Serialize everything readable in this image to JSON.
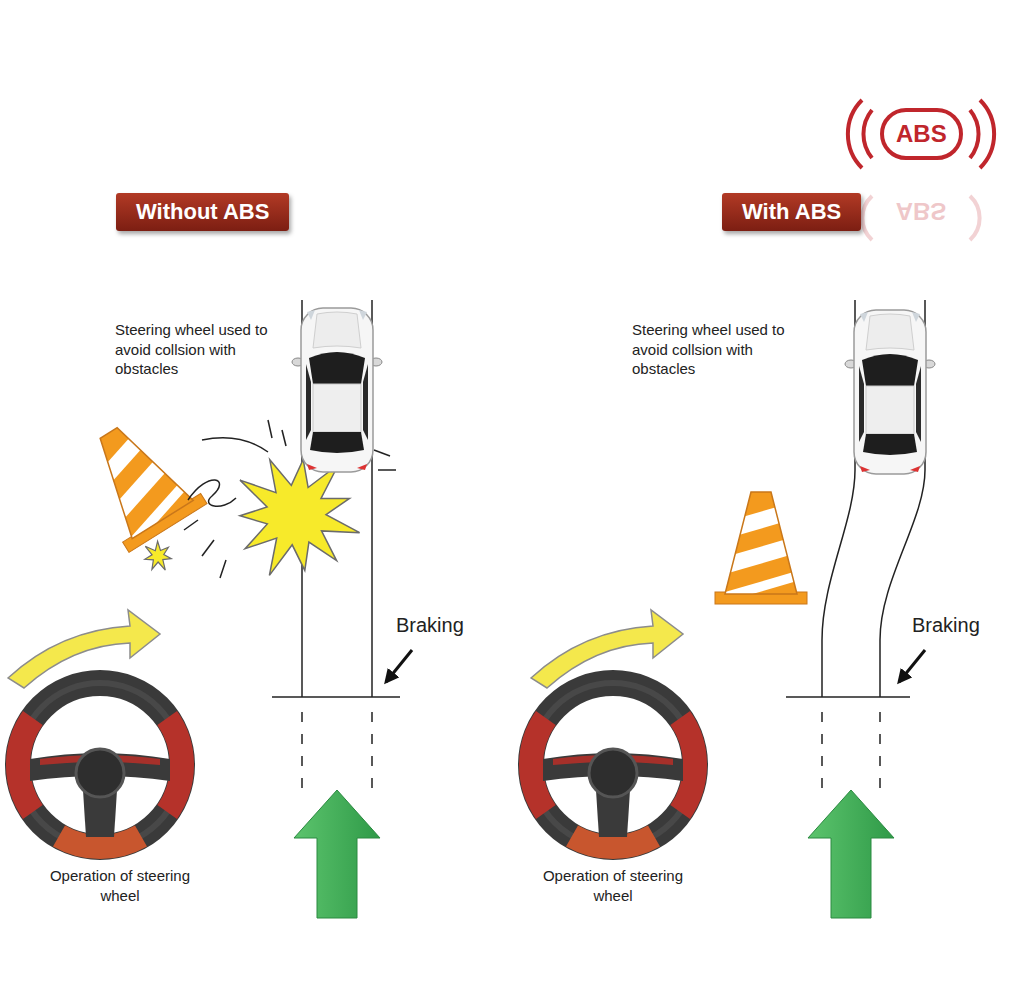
{
  "diagram": {
    "nodes": [
      {
        "text": [
          "ABS"
        ]
      },
      {
        "text": [
          "Without ABS"
        ]
      },
      {
        "text": [
          "With ABS"
        ]
      }
    ],
    "labels": [
      "ABS",
      "Steering wheel used to avoid collsion with obstacles",
      "Steering wheel used to avoid collsion with obstacles",
      "Braking",
      "Braking",
      "Operation of steering wheel",
      "Operation of steering wheel"
    ]
  }
}
